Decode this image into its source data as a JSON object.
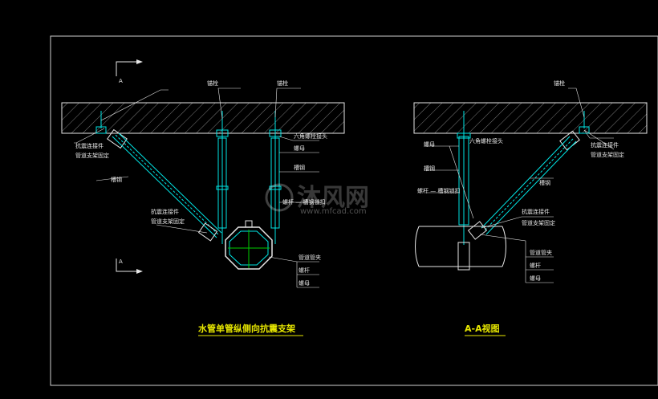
{
  "front_view": {
    "section_mark_top": "A",
    "section_mark_bottom": "A",
    "title": "水管单管纵侧向抗震支架",
    "labels": {
      "anchor_1": "锚栓",
      "anchor_2": "锚栓",
      "hex_nut_left": "抗震连接件",
      "hex_nut_left_2": "管道支架固定",
      "diagonal_brace": "槽钢",
      "hex_head_right": "六角螺栓接头",
      "nut_right": "螺母",
      "rod_right": "槽钢",
      "spring_nut": "螺杆 — 槽钢锁扣",
      "bottom_conn_1": "抗震连接件",
      "bottom_conn_2": "管道支架固定",
      "pipe_clamp": "管道管夹",
      "screw_rod": "螺杆",
      "nut_bottom": "螺母"
    }
  },
  "section_view": {
    "title": "A-A视图",
    "labels": {
      "anchor": "锚栓",
      "hex_head": "六角螺栓接头",
      "nut": "螺母",
      "channel": "槽钢",
      "spring_nut": "螺杆 — 槽钢锁扣",
      "top_conn_1": "抗震连接件",
      "top_conn_2": "管道支架固定",
      "diagonal": "槽钢",
      "bot_conn_1": "抗震连接件",
      "bot_conn_2": "管道支架固定",
      "pipe_clamp": "管道管夹",
      "screw_rod": "螺杆",
      "nut_bottom": "螺母"
    }
  },
  "watermark": {
    "text_cn": "沐风网",
    "text_en": "www.mfcad.com"
  },
  "colors": {
    "line_cyan": "#00e5e5",
    "slab_outline": "#e6e6e6",
    "title_yellow": "#e8e800",
    "pipe_green": "#00cc00",
    "background": "#000000"
  }
}
